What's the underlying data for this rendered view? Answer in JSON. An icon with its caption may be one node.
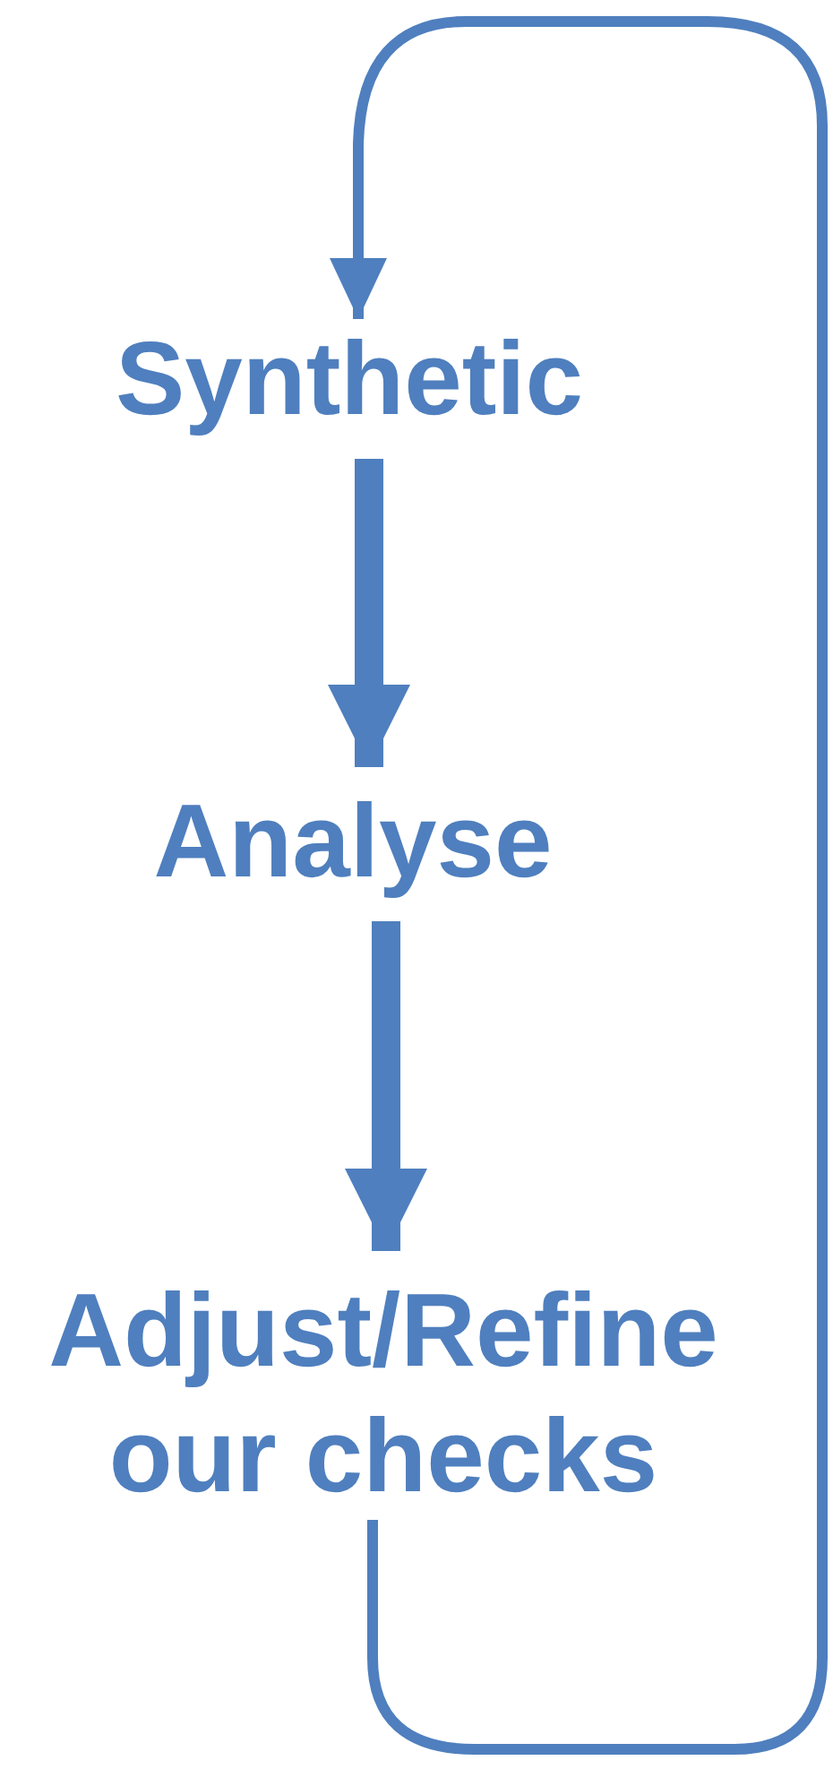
{
  "diagram": {
    "nodes": [
      {
        "text": [
          "Synthetic"
        ]
      },
      {
        "text": [
          "Analyse"
        ]
      },
      {
        "text": [
          "Adjust/Refine our checks"
        ]
      }
    ],
    "edges": [
      {
        "from": 0,
        "to": 1,
        "arrow": "to"
      },
      {
        "from": 1,
        "to": 2,
        "arrow": "to"
      },
      {
        "from": 2,
        "to": 0,
        "arrow": "to"
      }
    ]
  }
}
